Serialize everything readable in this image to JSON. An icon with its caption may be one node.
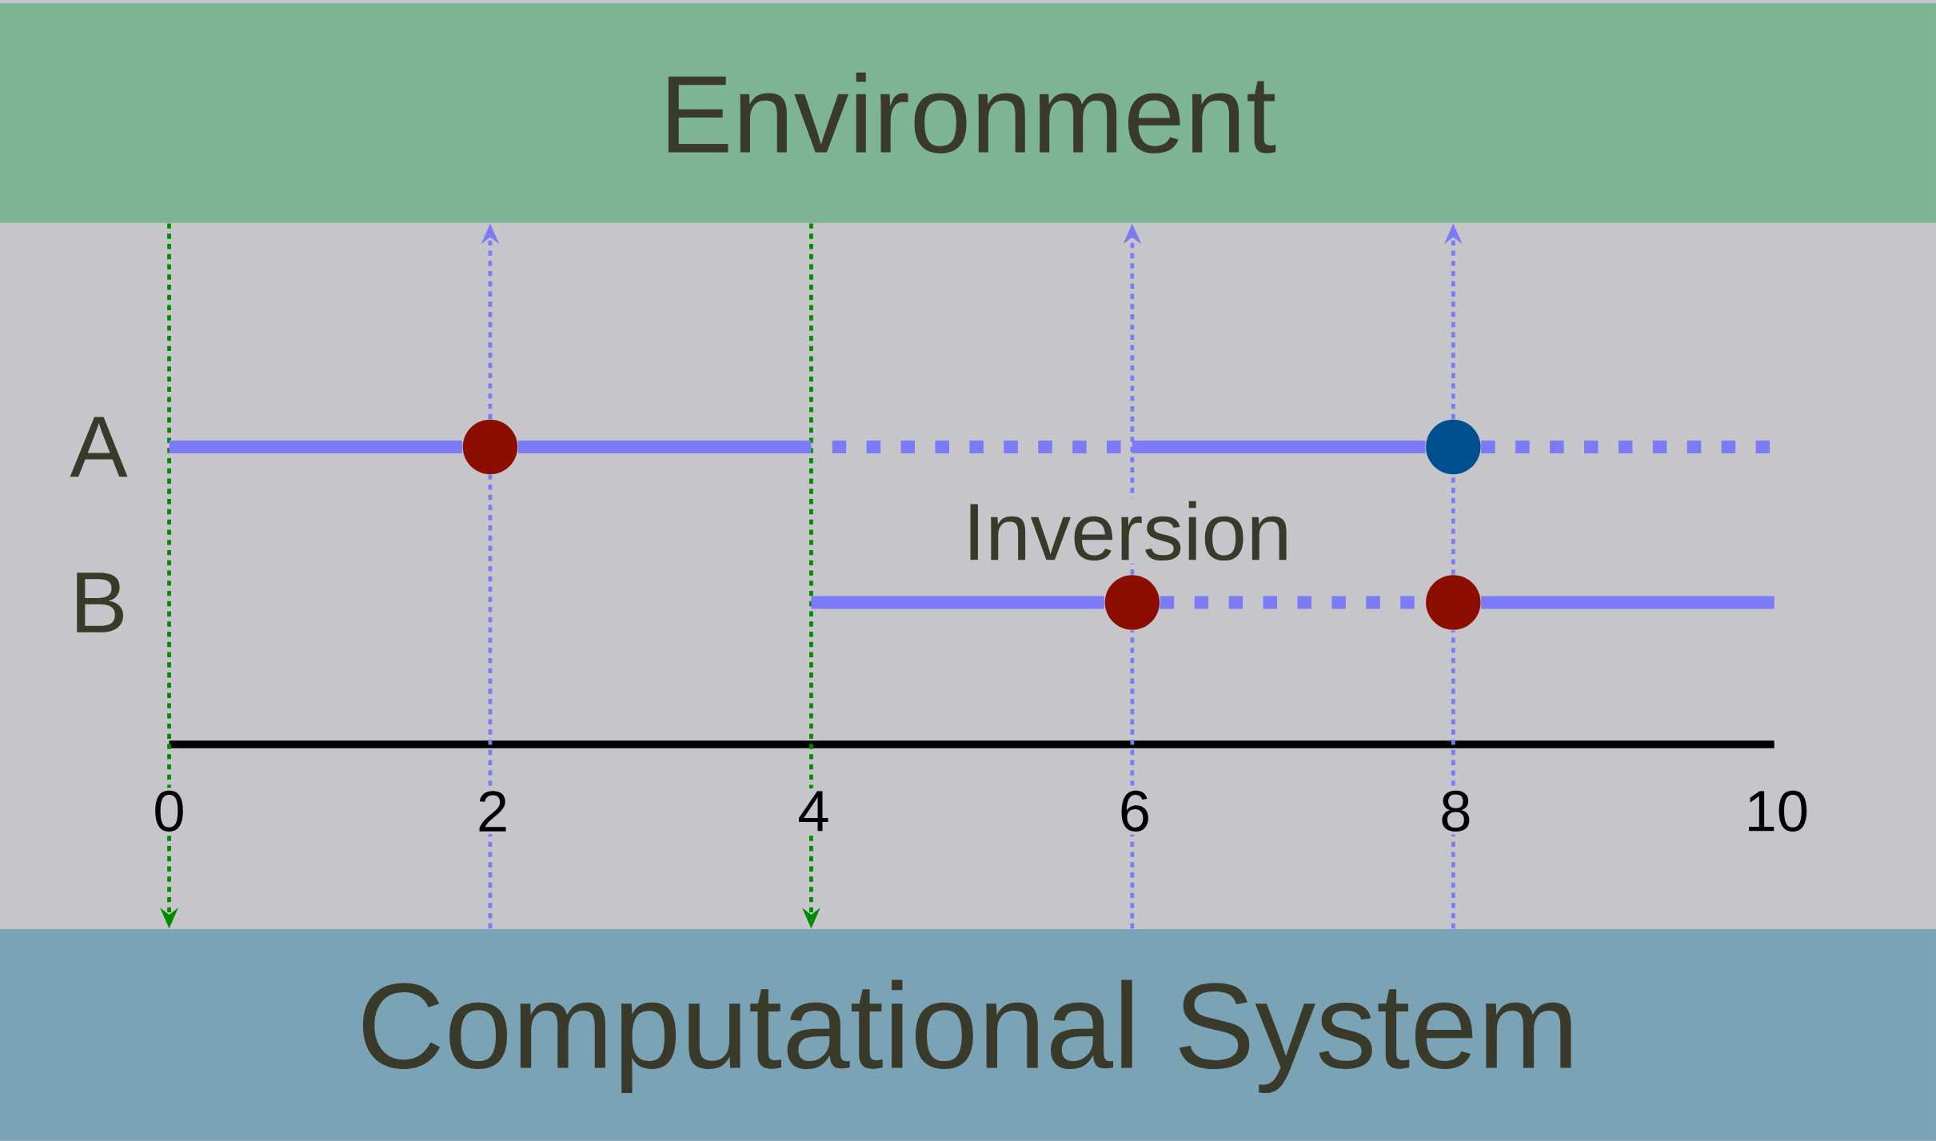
{
  "diagram": {
    "nodes": [
      {
        "text": [
          "Environment"
        ]
      },
      {
        "text": [
          "Computational System"
        ]
      },
      {
        "text": [],
        "shape": "circle"
      },
      {
        "text": [],
        "shape": "circle"
      },
      {
        "text": [],
        "shape": "circle"
      },
      {
        "text": [],
        "shape": "circle"
      }
    ],
    "edges": [
      {
        "from": 0,
        "to": 1,
        "arrow": "to",
        "style": "dashed",
        "color": "#008a00"
      },
      {
        "from": 1,
        "to": 2,
        "arrow": "none",
        "style": "dashed"
      },
      {
        "from": 2,
        "to": 0,
        "arrow": "to",
        "style": "dashed"
      },
      {
        "from": 0,
        "to": 1,
        "arrow": "to",
        "style": "dashed",
        "color": "#008a00"
      },
      {
        "from": 1,
        "to": 4,
        "arrow": "none",
        "style": "dashed"
      },
      {
        "from": 4,
        "to": 0,
        "arrow": "to",
        "style": "dashed"
      },
      {
        "from": 1,
        "to": 5,
        "arrow": "none",
        "style": "dashed"
      },
      {
        "from": 5,
        "to": 3,
        "arrow": "none",
        "style": "dashed"
      },
      {
        "from": 3,
        "to": 0,
        "arrow": "to",
        "style": "dashed"
      },
      {
        "from": null,
        "to": 2,
        "arrow": "none",
        "style": "thick"
      },
      {
        "from": 2,
        "to": null,
        "arrow": "none",
        "style": "thick"
      },
      {
        "from": null,
        "to": 3,
        "arrow": "none",
        "style": "thick"
      },
      {
        "from": 3,
        "to": null,
        "arrow": "none",
        "style": "dashed"
      },
      {
        "from": null,
        "to": 4,
        "arrow": "none",
        "style": "thick"
      },
      {
        "from": 4,
        "to": 5,
        "arrow": "none",
        "style": "dashed"
      },
      {
        "from": 5,
        "to": null,
        "arrow": "none",
        "style": "thick"
      }
    ],
    "labels": [
      "A",
      "Inversion",
      "B",
      "0",
      "2",
      "4",
      "6",
      "8",
      "10"
    ]
  }
}
